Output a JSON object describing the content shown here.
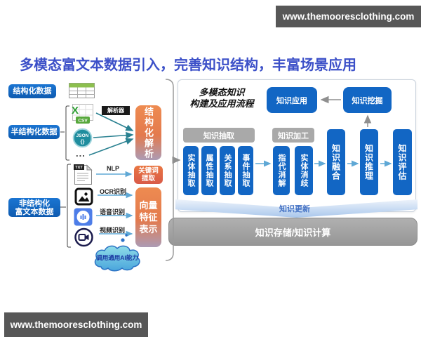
{
  "site": {
    "header_url": "www.themooresclothing.com",
    "footer_url": "www.themooresclothing.com"
  },
  "title": "多模态富文本数据引入，完善知识结构，丰富场景应用",
  "left": {
    "categories": [
      {
        "label": "结构化数据"
      },
      {
        "label": "半结构化数据"
      },
      {
        "line1": "非结构化",
        "line2": "富文本数据"
      }
    ],
    "parser_tag": "解析器",
    "ellipsis": "...",
    "icons": {
      "excel_x": "X",
      "csv_tag": "CSV",
      "json_line1": "JSON",
      "json_line2": "{}",
      "txt_tag": "TXT"
    },
    "methods": [
      {
        "label": "NLP"
      },
      {
        "label": "OCR识别"
      },
      {
        "label": "语音识别"
      },
      {
        "label": "视频识别"
      }
    ],
    "cloud_label": "调用通用AI能力"
  },
  "middle": {
    "parse_box": "结构化解析",
    "keyword_box": {
      "line1": "关键词",
      "line2": "提取"
    },
    "vector_box": {
      "line1": "向量",
      "line2": "特征",
      "line3": "表示"
    }
  },
  "panel": {
    "title_line1": "多模态知识",
    "title_line2": "构建及应用流程",
    "app_box": "知识应用",
    "mining_box": "知识挖掘",
    "extract_group": {
      "header": "知识抽取",
      "items": [
        "实体抽取",
        "属性抽取",
        "关系抽取",
        "事件抽取"
      ]
    },
    "process_group": {
      "header": "知识加工",
      "items": [
        "指代消解",
        "实体消歧"
      ]
    },
    "stages": [
      "知识融合",
      "知识推理",
      "知识评估"
    ],
    "update_label": "知识更新",
    "storage_label": "知识存储/知识计算"
  },
  "colors": {
    "title_blue": "#3C50C8",
    "box_blue": "#1266C4",
    "orange": "#EE8B50",
    "teal_arrow": "#2A8191",
    "light_blue_arrow": "#5FA8D5",
    "gray_bar": "#9D9D9D",
    "site_bar": "#575757"
  }
}
